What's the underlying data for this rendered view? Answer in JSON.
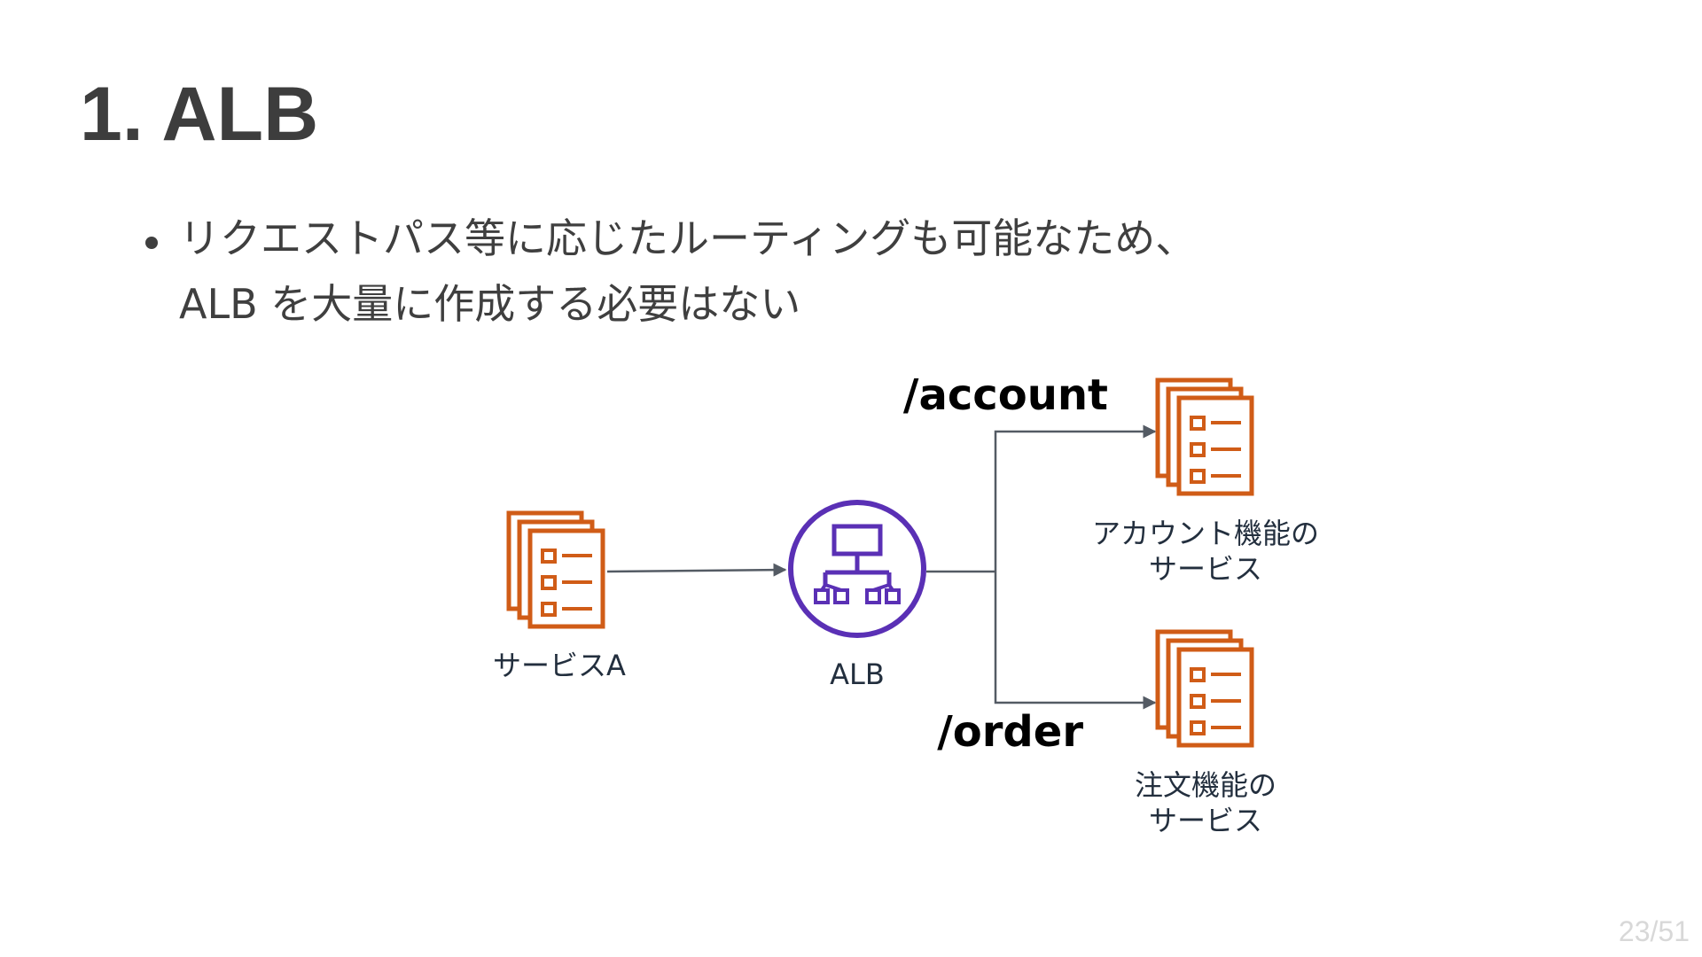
{
  "slide": {
    "title": "1. ALB",
    "bullets": [
      {
        "line1": "リクエストパス等に応じたルーティングも可能なため、",
        "line2": "ALB を大量に作成する必要はない"
      }
    ],
    "page_number": "23/51"
  },
  "diagram": {
    "source_label": "サービスA",
    "alb_label": "ALB",
    "route_account": "/account",
    "route_order": "/order",
    "target_account_line1": "アカウント機能の",
    "target_account_line2": "サービス",
    "target_order_line1": "注文機能の",
    "target_order_line2": "サービス",
    "colors": {
      "service_icon": "#d05c17",
      "alb_icon": "#5a30b5",
      "connector": "#545b64",
      "route_text": "#000000",
      "label_text": "#232f3e"
    },
    "icons": [
      "service-stack-icon",
      "load-balancer-icon"
    ]
  }
}
